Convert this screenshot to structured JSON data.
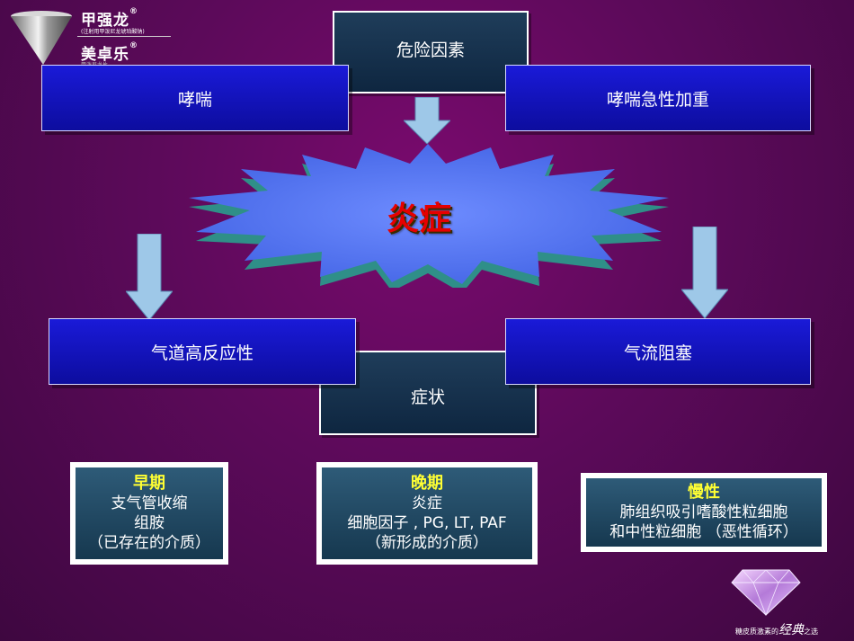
{
  "logo": {
    "brand1": "甲强龙",
    "brand1_sub": "(注射用甲泼尼龙琥珀酸钠)",
    "brand2": "美卓乐",
    "brand2_sub": "甲泼尼龙片"
  },
  "diagram": {
    "top_box": "危险因素",
    "left_trigger": "哮喘",
    "right_trigger": "哮喘急性加重",
    "center": "炎症",
    "left_result": "气道高反应性",
    "right_result": "气流阻塞",
    "bottom_box": "症状"
  },
  "cards": {
    "early": {
      "title": "早期",
      "line1": "支气管收缩",
      "line2": "组胺",
      "line3": "（已存在的介质）"
    },
    "late": {
      "title": "晚期",
      "line1": "炎症",
      "line2": "细胞因子 , PG, LT, PAF",
      "line3": "（新形成的介质）"
    },
    "chronic": {
      "title": "慢性",
      "line1": "肺组织吸引嗜酸性粒细胞",
      "line2": "和中性粒细胞 （恶性循环）"
    }
  },
  "footer": {
    "caption_prefix": "糖皮质激素的",
    "caption_script": "经典",
    "caption_suffix": "之选"
  },
  "colors": {
    "background": "#5c0a5a",
    "trigger_box": "#1414c8",
    "dark_box": "#15304a",
    "star_top": "#5a7cf0",
    "star_side": "#3aa39a",
    "center_text": "#e60000",
    "card_title": "#ffff33",
    "arrow": "#9ec8e8"
  },
  "icons": [
    "cone-logo-icon",
    "diamond-icon",
    "down-arrow-icon",
    "starburst-shape"
  ]
}
